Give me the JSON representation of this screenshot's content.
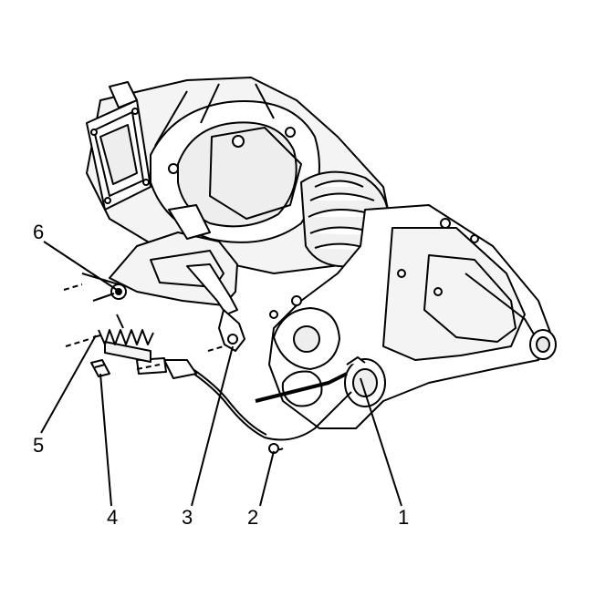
{
  "callouts": [
    {
      "id": "1",
      "label": "1"
    },
    {
      "id": "2",
      "label": "2"
    },
    {
      "id": "3",
      "label": "3"
    },
    {
      "id": "4",
      "label": "4"
    },
    {
      "id": "5",
      "label": "5"
    },
    {
      "id": "6",
      "label": "6"
    }
  ],
  "colors": {
    "line": "#000000",
    "fill": "#ffffff",
    "shade": "#e8e8e8"
  }
}
